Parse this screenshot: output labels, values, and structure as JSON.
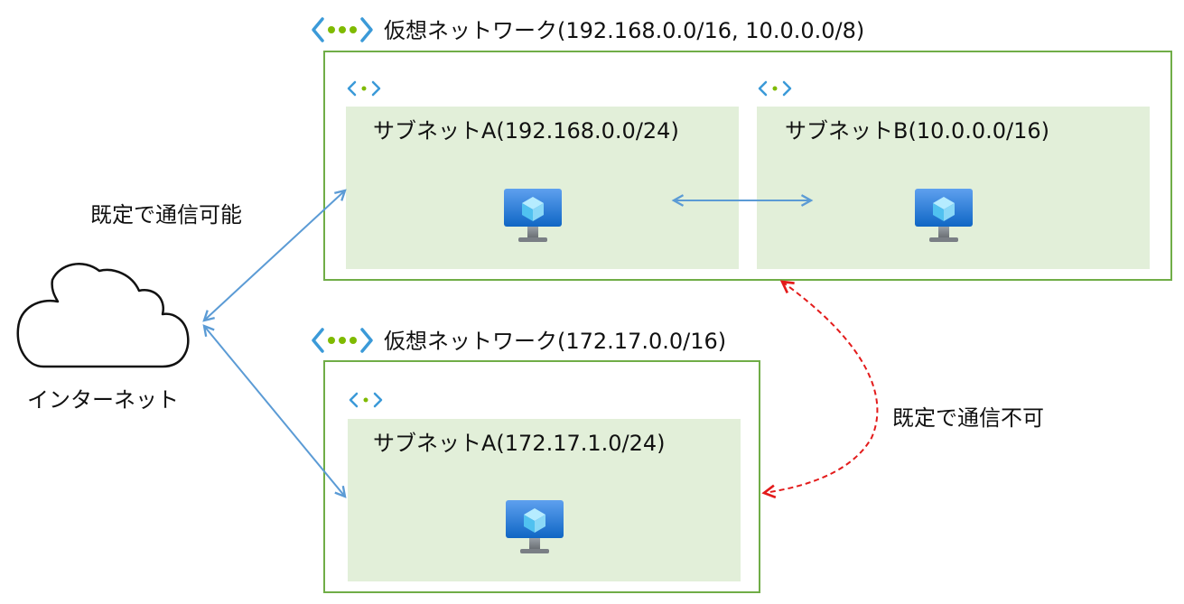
{
  "vnets": [
    {
      "title": "仮想ネットワーク(192.168.0.0/16, 10.0.0.0/8)"
    },
    {
      "title": "仮想ネットワーク(172.17.0.0/16)"
    }
  ],
  "subnets": [
    {
      "title": "サブネットA(192.168.0.0/24)"
    },
    {
      "title": "サブネットB(10.0.0.0/16)"
    },
    {
      "title": "サブネットA(172.17.1.0/24)"
    }
  ],
  "internet": {
    "label": "インターネット"
  },
  "annotations": {
    "allowed": "既定で通信可能",
    "denied": "既定で通信不可"
  },
  "colors": {
    "vnet_border": "#70ad47",
    "subnet_fill": "#e2efd9",
    "connector": "#5b9bd5",
    "denied_connector": "#e31b1b"
  }
}
